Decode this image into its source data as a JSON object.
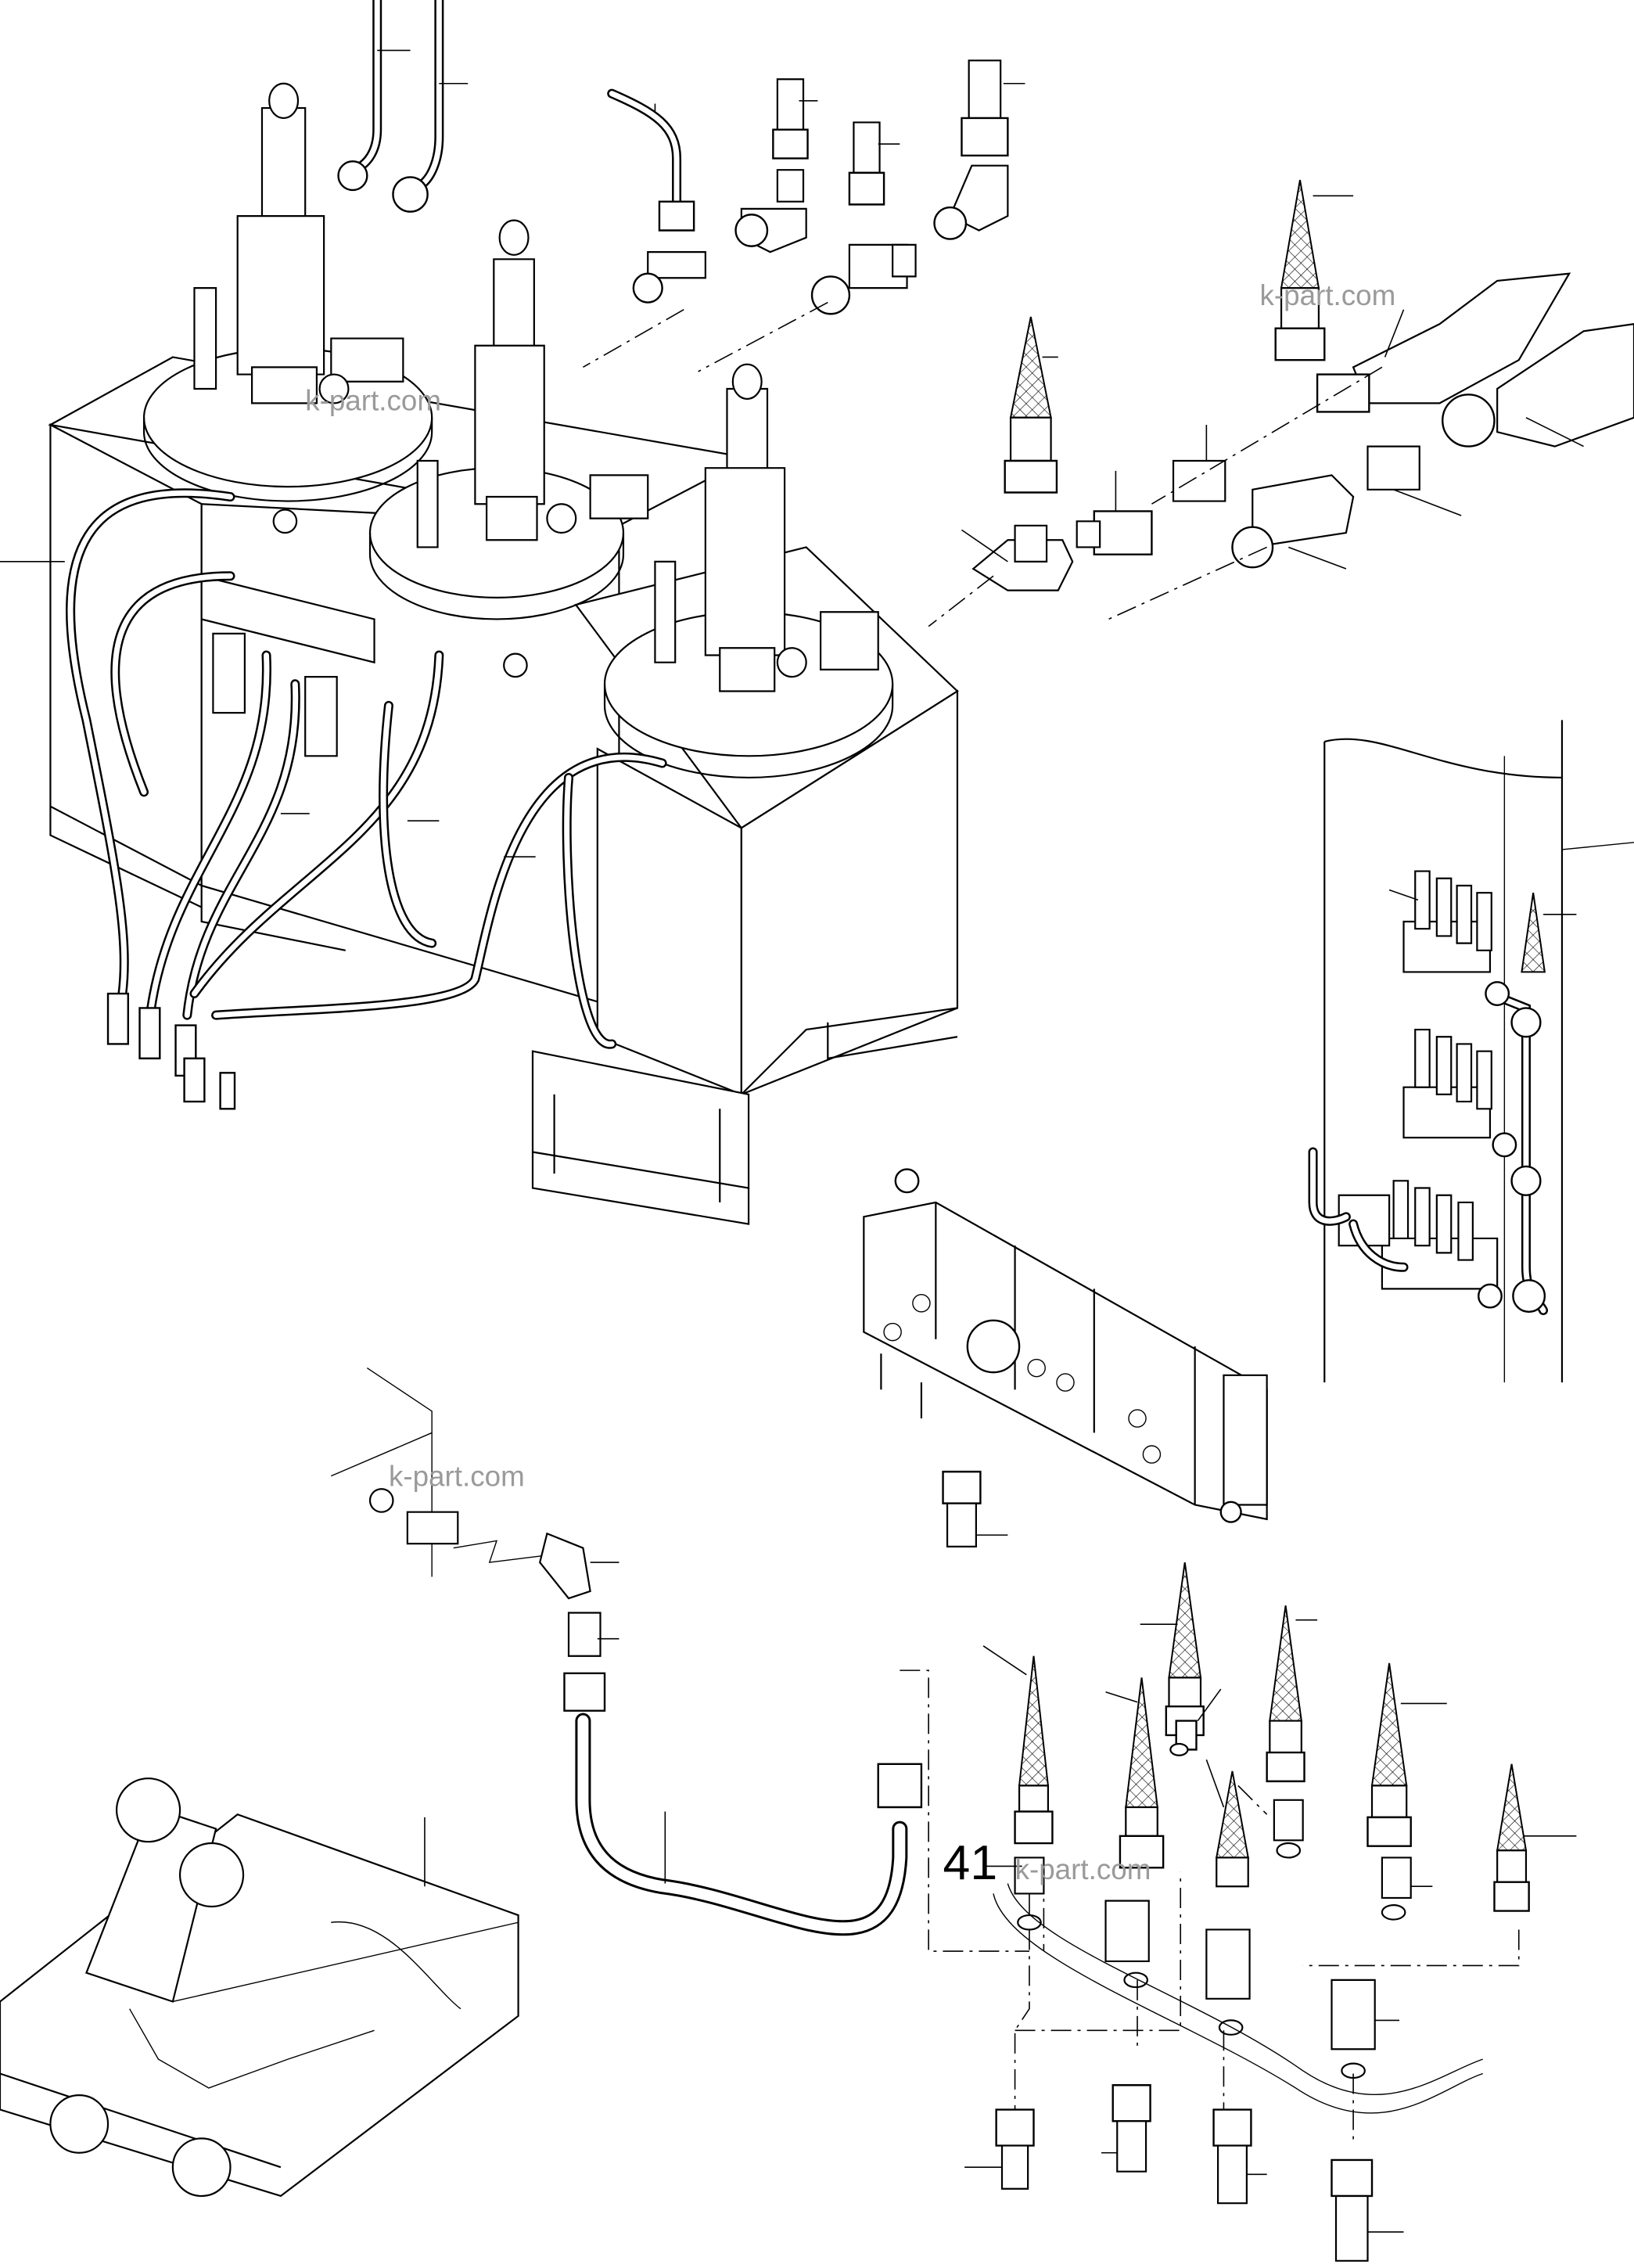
{
  "diagram": {
    "callouts": [
      {
        "id": "callout-41",
        "label": "41"
      }
    ],
    "watermark": "k-part.com"
  }
}
